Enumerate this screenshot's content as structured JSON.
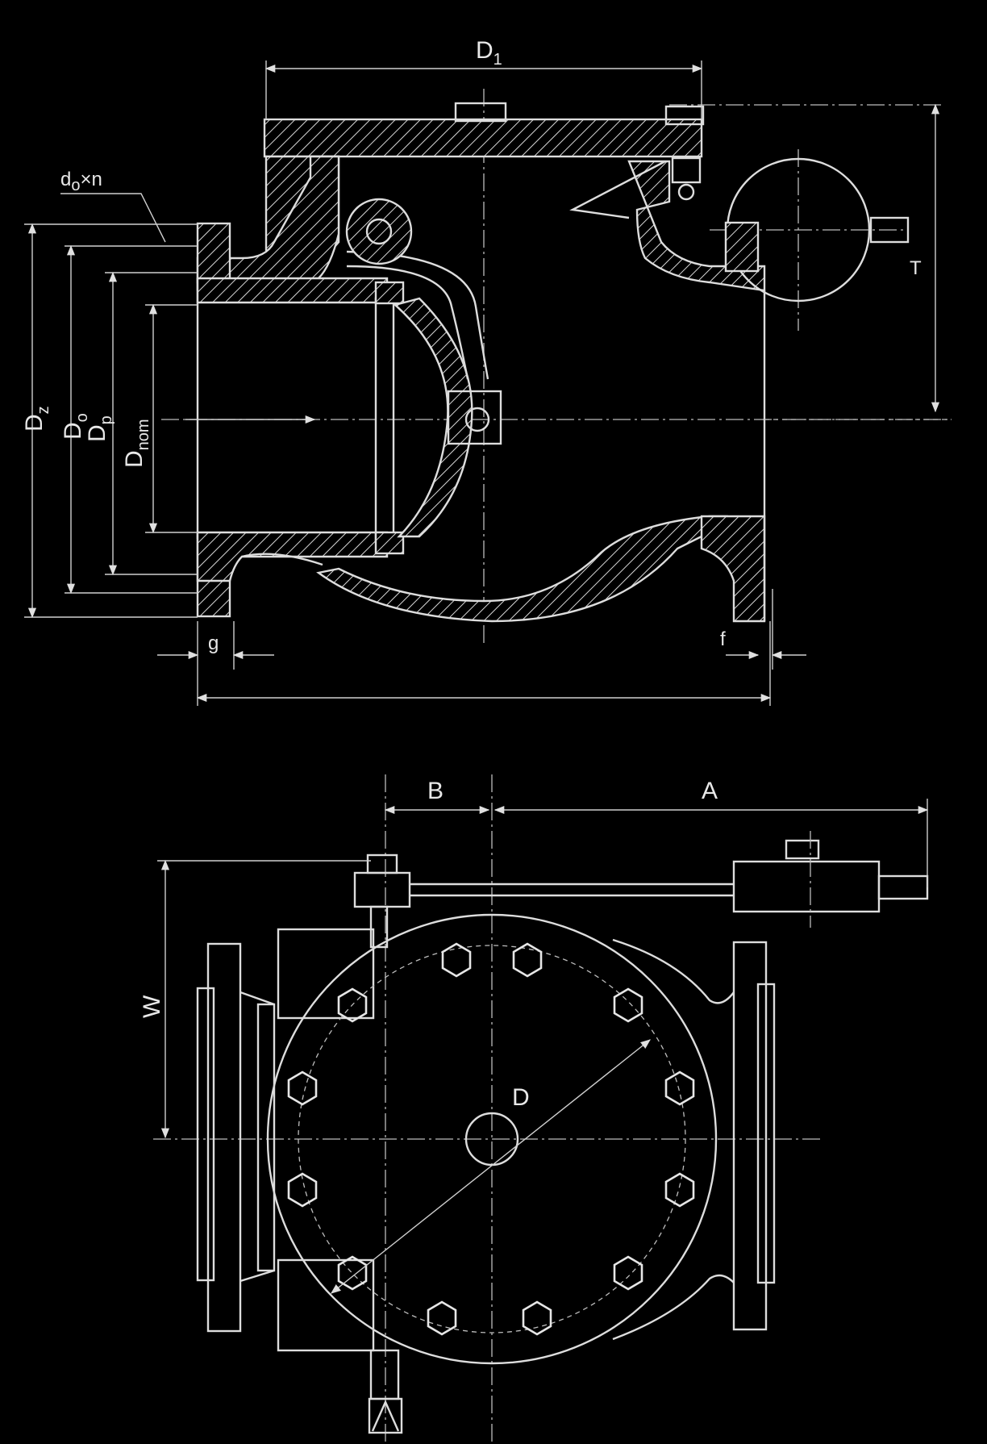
{
  "dimension_labels": {
    "D1": {
      "main": "D",
      "sub": "1"
    },
    "do_x_n": {
      "main": "d",
      "sub": "o",
      "suffix": "×n"
    },
    "Dz": {
      "main": "D",
      "sub": "z"
    },
    "Do": {
      "main": "D",
      "sub": "o"
    },
    "Dp": {
      "main": "D",
      "sub": "p"
    },
    "Dnom": {
      "main": "D",
      "sub": "nom"
    },
    "g": "g",
    "f": "f",
    "T": "T",
    "A": "A",
    "B": "B",
    "W": "W",
    "D": "D"
  },
  "colors": {
    "background": "#000000",
    "linework": "#dddddd"
  }
}
